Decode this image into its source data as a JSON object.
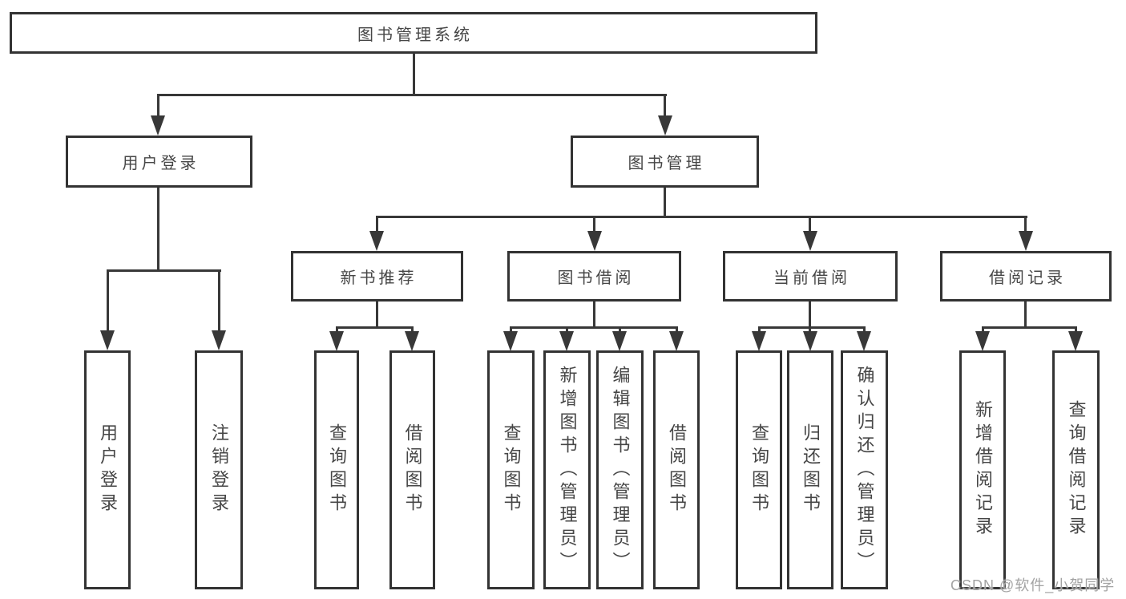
{
  "diagram": {
    "type": "tree-hierarchy",
    "nodes": {
      "root": "图书管理系统",
      "user_login": "用户登录",
      "book_mgmt": "图书管理",
      "new_book_rec": "新书推荐",
      "book_borrow": "图书借阅",
      "current_borrow": "当前借阅",
      "borrow_record": "借阅记录",
      "leaf_user_login": "用户登录",
      "leaf_logout": "注销登录",
      "leaf_query_books_1": "查询图书",
      "leaf_borrow_books_1": "借阅图书",
      "leaf_query_books_2": "查询图书",
      "leaf_add_books": "新增图书（管理员）",
      "leaf_edit_books": "编辑图书（管理员）",
      "leaf_borrow_books_2": "借阅图书",
      "leaf_query_books_3": "查询图书",
      "leaf_return_books": "归还图书",
      "leaf_confirm_return": "确认归还（管理员）",
      "leaf_add_borrow_record": "新增借阅记录",
      "leaf_query_borrow_record": "查询借阅记录"
    },
    "hierarchy": {
      "图书管理系统": [
        "用户登录",
        "图书管理"
      ],
      "用户登录": [
        "用户登录",
        "注销登录"
      ],
      "图书管理": [
        "新书推荐",
        "图书借阅",
        "当前借阅",
        "借阅记录"
      ],
      "新书推荐": [
        "查询图书",
        "借阅图书"
      ],
      "图书借阅": [
        "查询图书",
        "新增图书（管理员）",
        "编辑图书（管理员）",
        "借阅图书"
      ],
      "当前借阅": [
        "查询图书",
        "归还图书",
        "确认归还（管理员）"
      ],
      "借阅记录": [
        "新增借阅记录",
        "查询借阅记录"
      ]
    },
    "colors": {
      "line": "#383838",
      "border": "#333333",
      "text": "#464646",
      "background": "#ffffff",
      "watermark": "#a3a3a3"
    },
    "watermark": "CSDN @软件_小贺同学"
  }
}
